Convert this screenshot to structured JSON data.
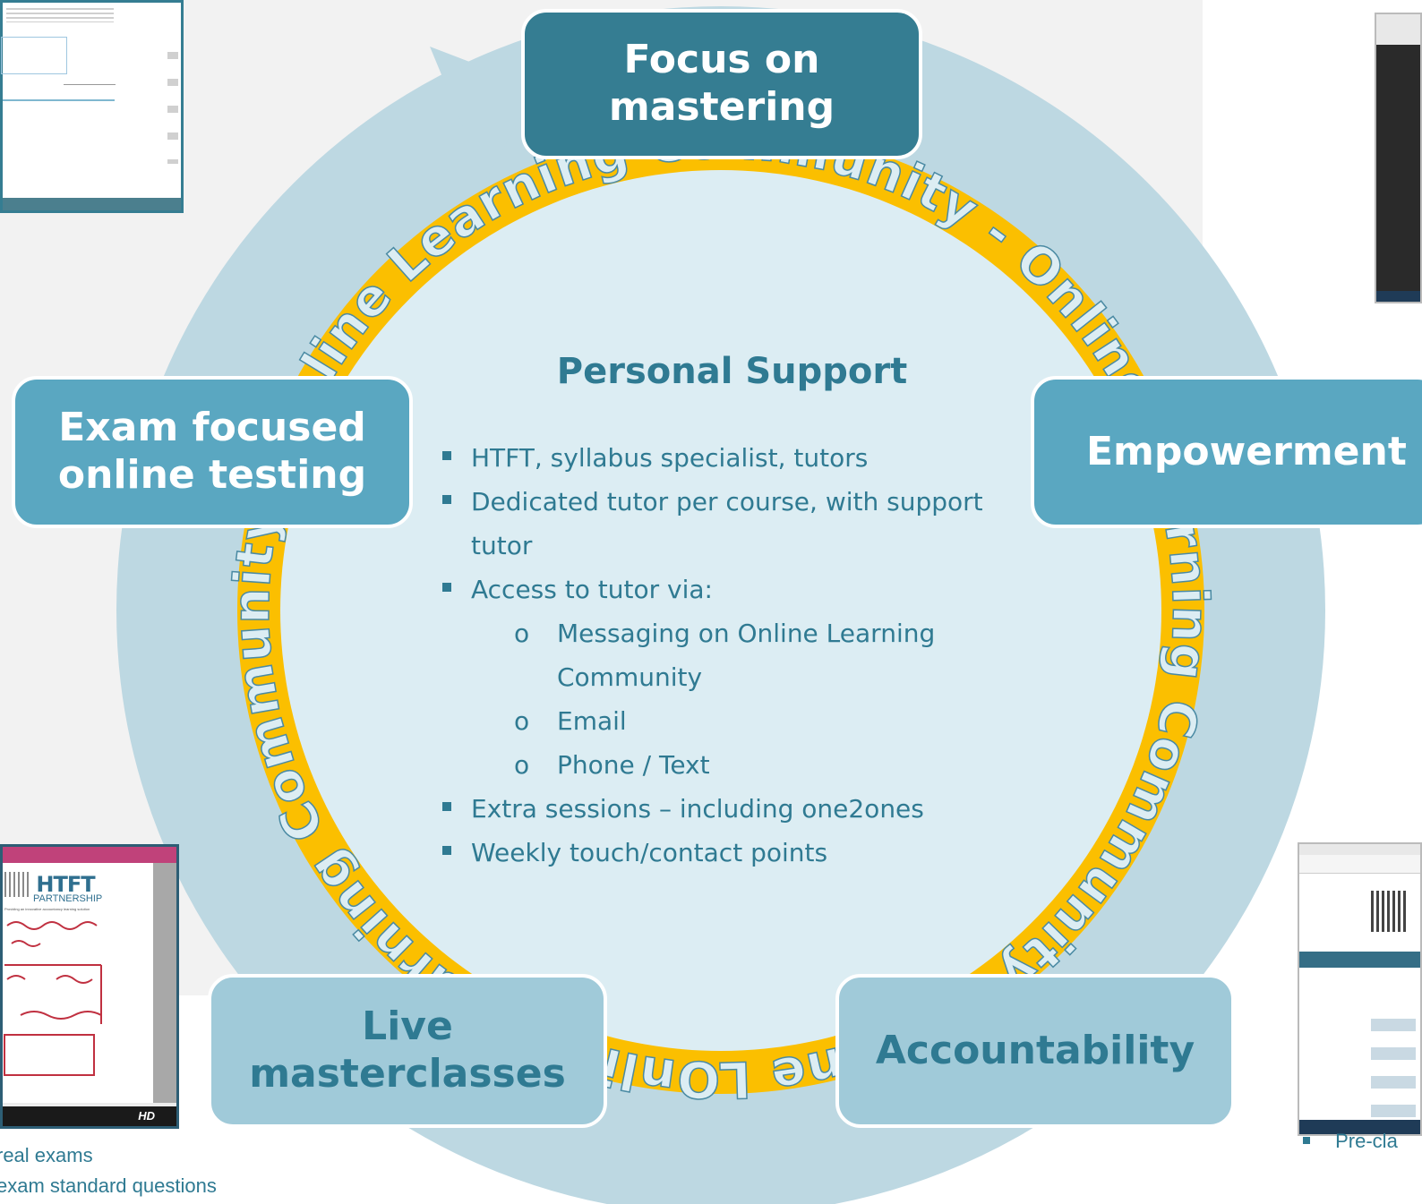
{
  "boxes": {
    "focus": "Focus on\nmastering",
    "exam": "Exam focused\nonline testing",
    "empowerment": "Empowerment",
    "live": "Live\nmasterclasses",
    "accountability": "Accountability"
  },
  "ring_text": "Online Learning Community - Online Learning Community - Online Learning Community - Online Learning Community - ",
  "center": {
    "title": "Personal Support",
    "bullets": [
      "HTFT, syllabus specialist, tutors",
      "Dedicated tutor per course, with support tutor",
      "Access to tutor via:"
    ],
    "sub_bullets": [
      "Messaging on Online Learning Community",
      "Email",
      "Phone / Text"
    ],
    "bullets_after": [
      "Extra sessions – including one2ones",
      "Weekly touch/contact points"
    ]
  },
  "thumbnails": {
    "logo_text": "HTFT",
    "logo_sub": "PARTNERSHIP",
    "tagline": "Providing an innovative accountancy learning solution",
    "hd_label": "HD"
  },
  "captions": {
    "bottom_left_1": "real exams",
    "bottom_left_2": "exam standard questions",
    "bottom_right": "Pre-cla"
  },
  "colors": {
    "dark_teal": "#357d92",
    "mid_teal": "#5aa7c1",
    "light_teal": "#a0cad9",
    "ring_gold": "#fbbf00",
    "outer_ring": "#bdd8e2",
    "center_fill": "#dcedf3"
  }
}
